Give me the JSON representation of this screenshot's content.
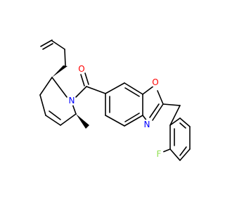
{
  "atoms": {
    "carbonyl_oxygen": {
      "symbol": "O",
      "color": "#ff0000"
    },
    "amide_nitrogen": {
      "symbol": "N",
      "color": "#0000ff"
    },
    "ring_oxygen": {
      "symbol": "O",
      "color": "#ff0000"
    },
    "ring_nitrogen": {
      "symbol": "N",
      "color": "#0000ff"
    },
    "fluorine": {
      "symbol": "F",
      "color": "#90e050"
    }
  },
  "bond_color": "#000000",
  "stereo_bonds": "wedge"
}
